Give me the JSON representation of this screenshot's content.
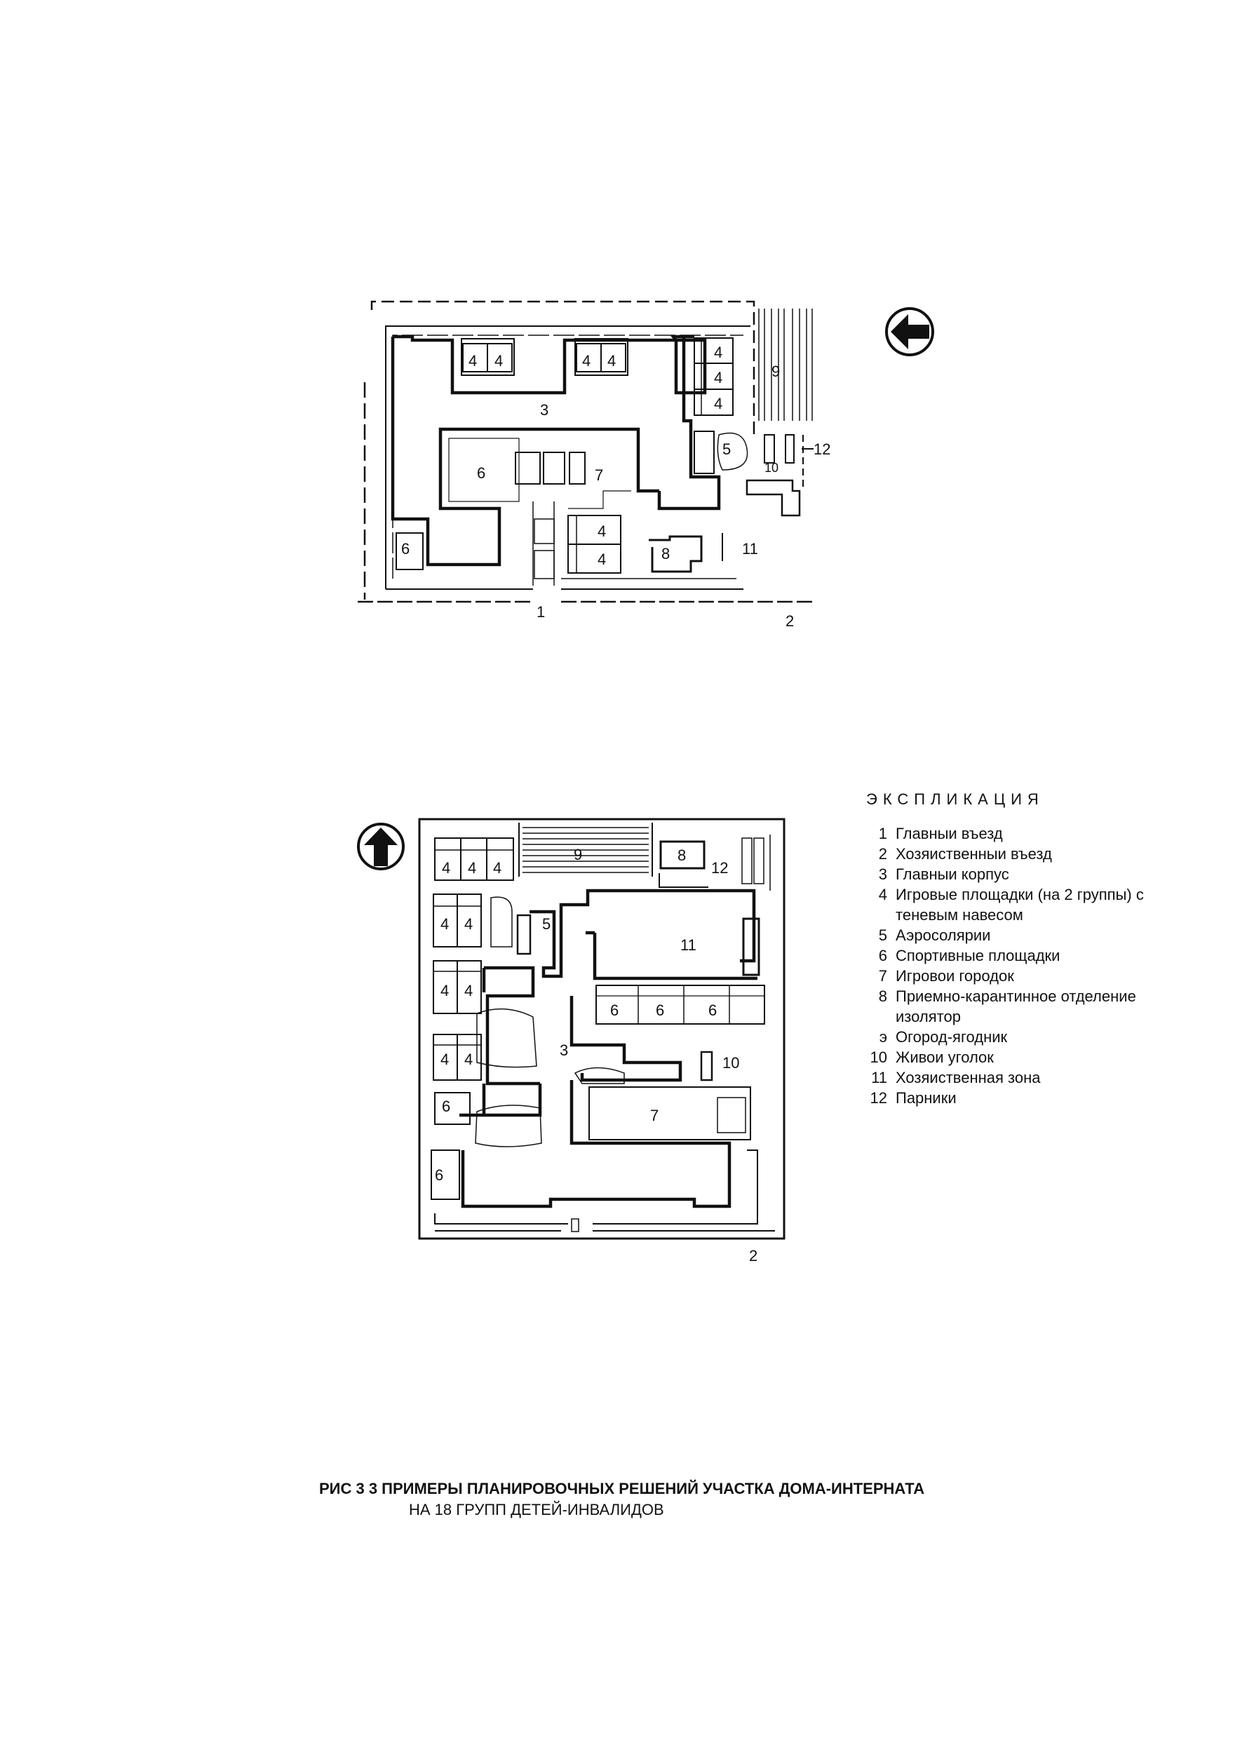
{
  "plan_top": {
    "labels": {
      "main_entry": "1",
      "service_entry": "2",
      "main_building": "3",
      "play_a1": "4",
      "play_a2": "4",
      "play_b1": "4",
      "play_b2": "4",
      "play_c1": "4",
      "play_c2": "4",
      "play_c3": "4",
      "play_d1": "4",
      "play_d2": "4",
      "solarium": "5",
      "sport_a": "6",
      "sport_b": "6",
      "play_town": "7",
      "isolator": "8",
      "garden": "9",
      "corner": "10",
      "service_zone": "11",
      "greenhouse": "12"
    }
  },
  "plan_bottom": {
    "labels": {
      "service_entry": "2",
      "main_building": "3",
      "play_a1": "4",
      "play_a2": "4",
      "play_a3": "4",
      "play_b1": "4",
      "play_b2": "4",
      "play_c1": "4",
      "play_c2": "4",
      "play_d1": "4",
      "play_d2": "4",
      "solarium": "5",
      "sport_a": "6",
      "sport_b": "6",
      "sport_c": "6",
      "sport_d": "6",
      "sport_e": "6",
      "play_town": "7",
      "isolator": "8",
      "garden": "9",
      "corner": "10",
      "service_zone": "11",
      "greenhouse": "12"
    }
  },
  "legend": {
    "title": "ЭКСПЛИКАЦИЯ",
    "items": [
      {
        "num": "1",
        "text": "Главныи въезд"
      },
      {
        "num": "2",
        "text": "Хозяиственныи въезд"
      },
      {
        "num": "3",
        "text": "Главныи корпус"
      },
      {
        "num": "4",
        "text": "Игровые площадки (на 2 группы) с теневым навесом"
      },
      {
        "num": "5",
        "text": "Аэросолярии"
      },
      {
        "num": "6",
        "text": "Спортивные площадки"
      },
      {
        "num": "7",
        "text": "Игровои городок"
      },
      {
        "num": "8",
        "text": "Приемно-карантинное отделение изолятор"
      },
      {
        "num": "э",
        "text": "Огород-ягодник"
      },
      {
        "num": "10",
        "text": "Живои уголок"
      },
      {
        "num": "11",
        "text": "Хозяиственная зона"
      },
      {
        "num": "12",
        "text": "Парники"
      }
    ]
  },
  "caption": {
    "line1": "РИС 3 3   ПРИМЕРЫ ПЛАНИРОВОЧНЫХ РЕШЕНИЙ УЧАСТКА ДОМА-ИНТЕРНАТА",
    "line2": "НА 18  ГРУПП  ДЕТЕЙ-ИНВАЛИДОВ"
  }
}
